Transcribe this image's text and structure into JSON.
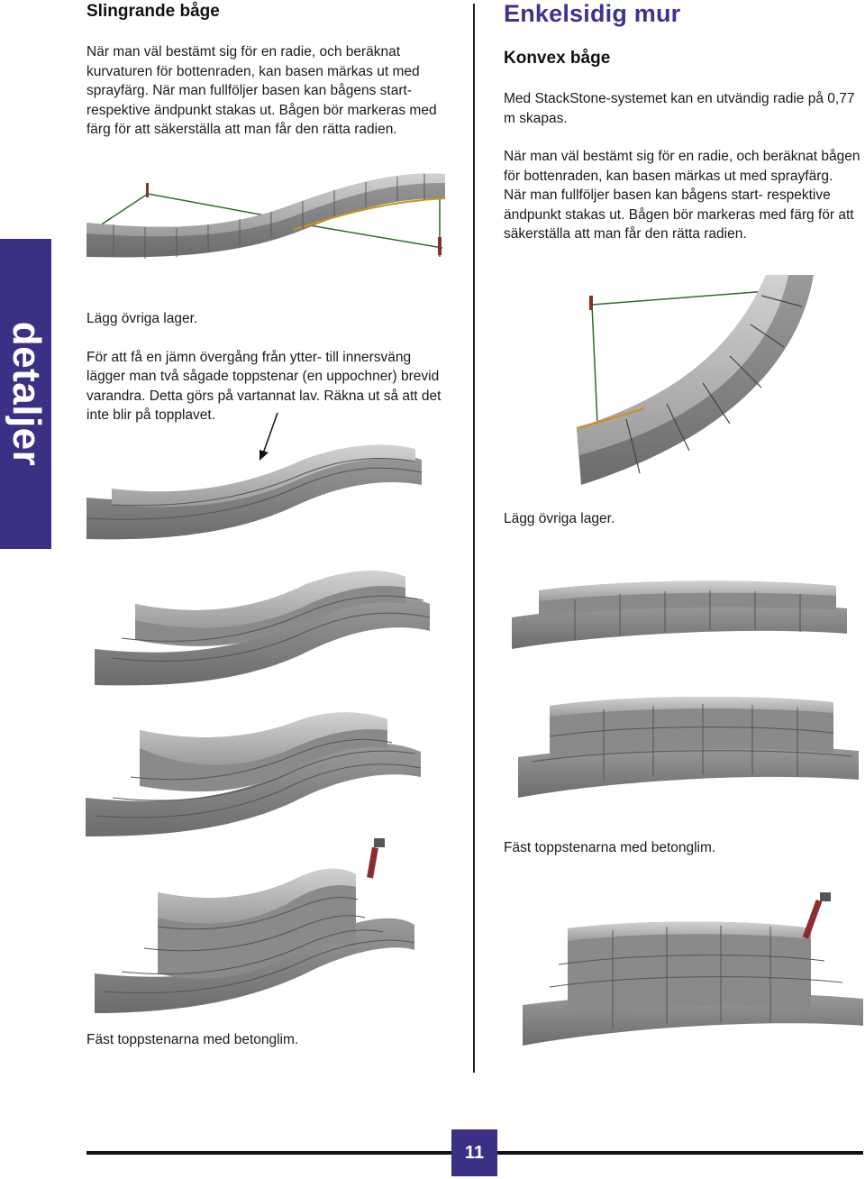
{
  "left_column": {
    "heading": "Slingrande båge",
    "intro_lines": [
      "När man väl bestämt sig för en radie, och beräknat",
      "kurvaturen för bottenraden, kan basen märkas ut med",
      "sprayfärg. När man fullföljer basen kan bågens start-",
      "respektive ändpunkt stakas ut. Bågen bör markeras med",
      "färg för att säkerställa att man får den rätta radien."
    ],
    "step2_title": "Lägg övriga lager.",
    "step2_lines": [
      "För att få en jämn övergång från ytter- till innersväng",
      "lägger man två sågade toppstenar (en uppochner) brevid",
      "varandra. Detta görs på vartannat lav. Räkna ut så att det",
      "inte blir på topplavet."
    ],
    "step3_caption": "Fäst toppstenarna med betonglim."
  },
  "right_column": {
    "main_title": "Enkelsidig mur",
    "subheading": "Konvex båge",
    "para1_lines": [
      "Med StackStone-systemet kan en utvändig radie på 0,77",
      "m skapas."
    ],
    "para2_lines": [
      "När man väl bestämt sig för en radie, och beräknat bågen",
      "för bottenraden, kan basen märkas ut med sprayfärg.",
      "När man fullföljer basen kan bågens start- respektive",
      "ändpunkt stakas ut. Bågen bör markeras med färg för att",
      "säkerställa att man får den rätta radien."
    ],
    "step2_caption": "Lägg övriga lager.",
    "step3_caption": "Fäst toppstenarna med betonglim."
  },
  "side_tab": {
    "label": "detaljer"
  },
  "page_number": "11",
  "colors": {
    "brand": "#3a3185",
    "title": "#3b3490",
    "stone": "#a9a9a9",
    "stone_dark": "#6f6f6f",
    "stake": "#8b2d2d",
    "line": "#2f6b2f",
    "marking": "#c9921a"
  }
}
